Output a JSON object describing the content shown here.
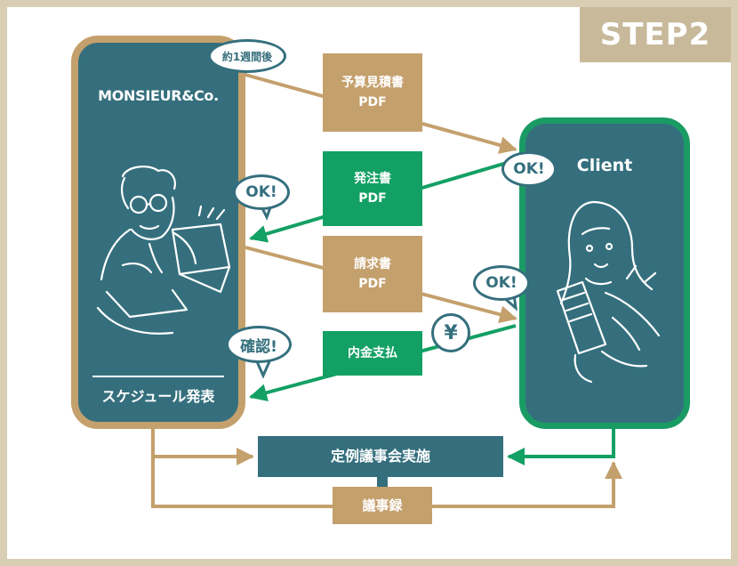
{
  "step": "STEP2",
  "left_panel": {
    "title": "MONSIEUR&Co.",
    "footer": "スケジュール発表"
  },
  "right_panel": {
    "title": "Client"
  },
  "boxes": {
    "estimate": {
      "line1": "予算見積書",
      "line2": "PDF"
    },
    "order": {
      "line1": "発注書",
      "line2": "PDF"
    },
    "invoice": {
      "line1": "請求書",
      "line2": "PDF"
    },
    "payment": "内金支払",
    "meeting": "定例議事会実施",
    "minutes": "議事録"
  },
  "bubbles": {
    "week": "約1週間後",
    "ok_left": "OK!",
    "ok_client_top": "OK!",
    "ok_client_mid": "OK!",
    "confirm": "確認!"
  },
  "yen_symbol": "¥",
  "colors": {
    "tan": "#c4a06d",
    "green": "#13a064",
    "teal": "#356f7d",
    "frame": "#d9ceb4",
    "badge": "#c7b99a"
  }
}
